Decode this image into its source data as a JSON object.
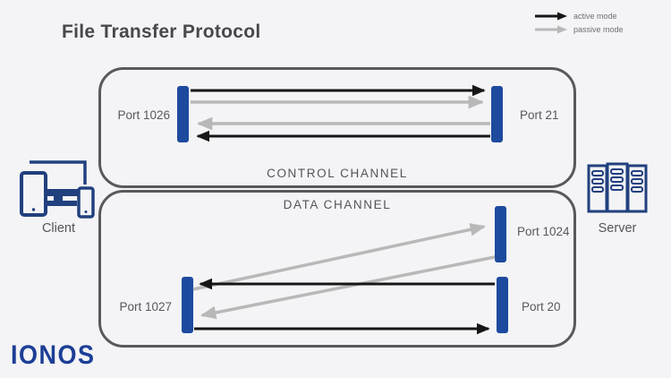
{
  "title": "File Transfer Protocol",
  "legend": {
    "active_label": "active mode",
    "passive_label": "passive mode"
  },
  "client": {
    "label": "Client"
  },
  "server": {
    "label": "Server"
  },
  "brand": {
    "logo_text": "IONOS"
  },
  "control_channel": {
    "label": "CONTROL CHANNEL",
    "client_port": "Port 1026",
    "server_port": "Port 21",
    "connections": [
      {
        "from": "Port 1026",
        "to": "Port 21",
        "mode": "active"
      },
      {
        "from": "Port 1026",
        "to": "Port 21",
        "mode": "passive"
      },
      {
        "from": "Port 21",
        "to": "Port 1026",
        "mode": "passive"
      },
      {
        "from": "Port 21",
        "to": "Port 1026",
        "mode": "active"
      }
    ]
  },
  "data_channel": {
    "label": "DATA CHANNEL",
    "client_port": "Port 1027",
    "server_passive_port": "Port 1024",
    "server_active_port": "Port 20",
    "connections": [
      {
        "from": "Port 1027",
        "to": "Port 1024",
        "mode": "passive"
      },
      {
        "from": "Port 1024",
        "to": "Port 1027",
        "mode": "passive"
      },
      {
        "from": "Port 20",
        "to": "Port 1027",
        "mode": "active"
      },
      {
        "from": "Port 1027",
        "to": "Port 20",
        "mode": "active"
      }
    ]
  },
  "colors": {
    "active_mode": "#161616",
    "passive_mode": "#b8b8b9",
    "port_bar": "#1d4a9f",
    "icon_navy": "#21407e",
    "brand_blue": "#1c3e96",
    "box_border": "#59595b",
    "background": "#f4f4f6"
  }
}
